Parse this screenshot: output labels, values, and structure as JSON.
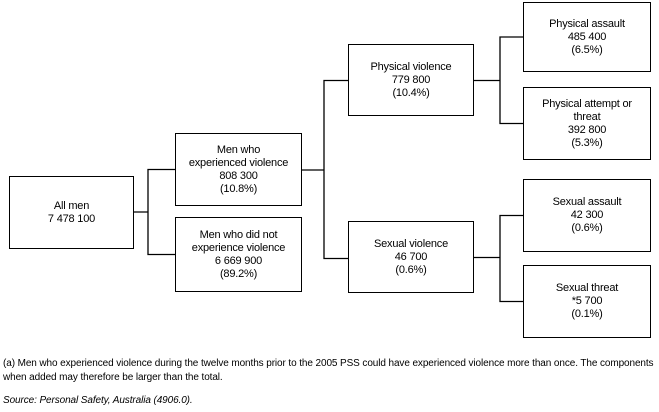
{
  "diagram": {
    "nodes": {
      "all_men": {
        "lines": [
          "All men",
          "7 478 100"
        ]
      },
      "experienced_violence": {
        "lines": [
          "Men who",
          "experienced violence",
          "808 300",
          "(10.8%)"
        ]
      },
      "did_not_experience_violence": {
        "lines": [
          "Men who did not",
          "experience violence",
          "6 669 900",
          "(89.2%)"
        ]
      },
      "physical_violence": {
        "lines": [
          "Physical violence",
          "779 800",
          "(10.4%)"
        ]
      },
      "sexual_violence": {
        "lines": [
          "Sexual violence",
          "46 700",
          "(0.6%)"
        ]
      },
      "physical_assault": {
        "lines": [
          "Physical assault",
          "485 400",
          "(6.5%)"
        ]
      },
      "physical_attempt_or_threat": {
        "lines": [
          "Physical attempt or",
          "threat",
          "392 800",
          "(5.3%)"
        ]
      },
      "sexual_assault": {
        "lines": [
          "Sexual assault",
          "42 300",
          "(0.6%)"
        ]
      },
      "sexual_threat": {
        "lines": [
          "Sexual threat",
          "*5 700",
          "(0.1%)"
        ]
      }
    }
  },
  "footnotes": {
    "footnote_a": "(a) Men who experienced violence during the twelve months prior to the 2005 PSS could have experienced violence more than once. The components when added may therefore be larger than the total.",
    "source": "Source: Personal Safety, Australia (4906.0)."
  },
  "colors": {
    "line": "#000000",
    "text": "#000000",
    "background": "#ffffff"
  }
}
